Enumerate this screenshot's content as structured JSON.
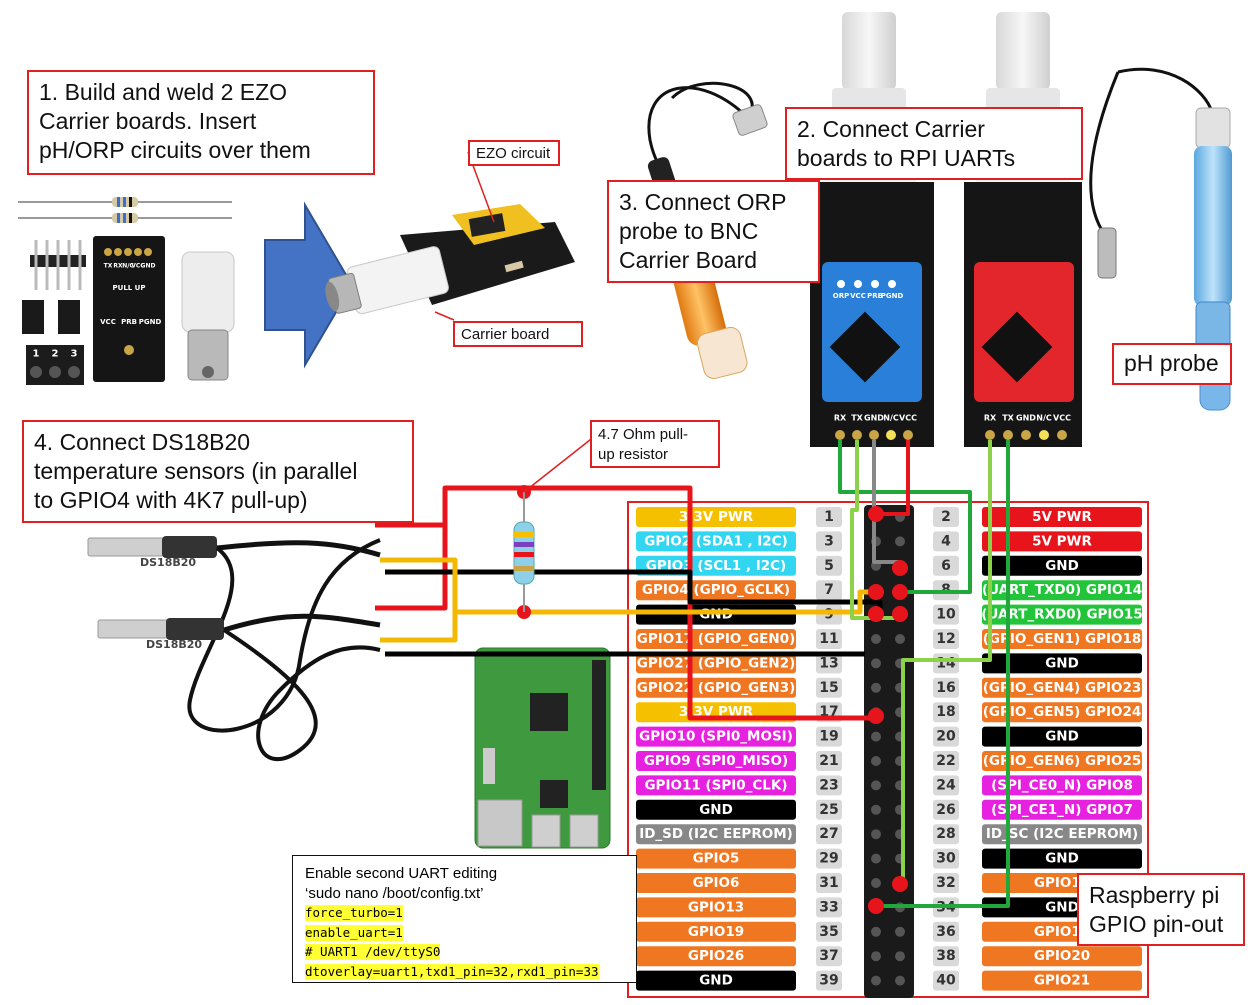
{
  "callouts": {
    "step1": [
      "1. Build and weld 2 EZO",
      "Carrier boards. Insert",
      "pH/ORP circuits over them"
    ],
    "step2": [
      "2. Connect Carrier",
      "boards to RPI UARTs"
    ],
    "step3": [
      "3. Connect ORP",
      "probe to BNC",
      "Carrier Board"
    ],
    "step4": [
      "4. Connect DS18B20",
      "temperature sensors (in parallel",
      "to GPIO4 with 4K7 pull-up)"
    ],
    "ezo_circuit": "EZO circuit",
    "carrier_board": "Carrier board",
    "ph_probe": "pH probe",
    "resistor": [
      "4.7 Ohm pull-",
      "up resistor"
    ],
    "rpi": [
      "Raspberry pi",
      "GPIO pin-out"
    ]
  },
  "sensor_labels": [
    "DS18B20",
    "DS18B20"
  ],
  "board_pins": [
    "RX",
    "TX",
    "GND",
    "N/C",
    "VCC"
  ],
  "board_top_labels": [
    "ORP",
    "VCC",
    "PRB",
    "PGND"
  ],
  "kit_labels": {
    "pullup": "PULL UP",
    "bottom": [
      "VCC",
      "PRB",
      "PGND"
    ],
    "top": [
      "TX",
      "RX",
      "N/C",
      "VCC",
      "GND"
    ],
    "terminals": [
      "1",
      "2",
      "3"
    ]
  },
  "note": {
    "lines": [
      "Enable second UART  editing",
      "‘sudo nano /boot/config.txt’"
    ],
    "code": [
      "force_turbo=1",
      "enable_uart=1",
      "# UART1 /dev/ttyS0",
      "dtoverlay=uart1,txd1_pin=32,rxd1_pin=33"
    ]
  },
  "gpio_left": [
    {
      "pin": "1",
      "label": "3.3V PWR",
      "color": "#f5c000"
    },
    {
      "pin": "3",
      "label": "GPIO2 (SDA1 , I2C)",
      "color": "#33d6f0"
    },
    {
      "pin": "5",
      "label": "GPIO3 (SCL1 , I2C)",
      "color": "#33d6f0"
    },
    {
      "pin": "7",
      "label": "GPIO4 (GPIO_GCLK)",
      "color": "#f07722"
    },
    {
      "pin": "9",
      "label": "GND",
      "color": "#000000"
    },
    {
      "pin": "11",
      "label": "GPIO17 (GPIO_GEN0)",
      "color": "#f07722"
    },
    {
      "pin": "13",
      "label": "GPIO27 (GPIO_GEN2)",
      "color": "#f07722"
    },
    {
      "pin": "15",
      "label": "GPIO22 (GPIO_GEN3)",
      "color": "#f07722"
    },
    {
      "pin": "17",
      "label": "3.3V PWR",
      "color": "#f5c000"
    },
    {
      "pin": "19",
      "label": "GPIO10 (SPI0_MOSI)",
      "color": "#e622e0"
    },
    {
      "pin": "21",
      "label": "GPIO9 (SPI0_MISO)",
      "color": "#e622e0"
    },
    {
      "pin": "23",
      "label": "GPIO11 (SPI0_CLK)",
      "color": "#e622e0"
    },
    {
      "pin": "25",
      "label": "GND",
      "color": "#000000"
    },
    {
      "pin": "27",
      "label": "ID_SD (I2C EEPROM)",
      "color": "#888888"
    },
    {
      "pin": "29",
      "label": "GPIO5",
      "color": "#f07722"
    },
    {
      "pin": "31",
      "label": "GPIO6",
      "color": "#f07722"
    },
    {
      "pin": "33",
      "label": "GPIO13",
      "color": "#f07722"
    },
    {
      "pin": "35",
      "label": "GPIO19",
      "color": "#f07722"
    },
    {
      "pin": "37",
      "label": "GPIO26",
      "color": "#f07722"
    },
    {
      "pin": "39",
      "label": "GND",
      "color": "#000000"
    }
  ],
  "gpio_right": [
    {
      "pin": "2",
      "label": "5V PWR",
      "color": "#e8141c"
    },
    {
      "pin": "4",
      "label": "5V PWR",
      "color": "#e8141c"
    },
    {
      "pin": "6",
      "label": "GND",
      "color": "#000000"
    },
    {
      "pin": "8",
      "label": "(UART_TXD0) GPIO14",
      "color": "#22c43a"
    },
    {
      "pin": "10",
      "label": "(UART_RXD0) GPIO15",
      "color": "#22c43a"
    },
    {
      "pin": "12",
      "label": "(GPIO_GEN1) GPIO18",
      "color": "#f07722"
    },
    {
      "pin": "14",
      "label": "GND",
      "color": "#000000"
    },
    {
      "pin": "16",
      "label": "(GPIO_GEN4) GPIO23",
      "color": "#f07722"
    },
    {
      "pin": "18",
      "label": "(GPIO_GEN5) GPIO24",
      "color": "#f07722"
    },
    {
      "pin": "20",
      "label": "GND",
      "color": "#000000"
    },
    {
      "pin": "22",
      "label": "(GPIO_GEN6) GPIO25",
      "color": "#f07722"
    },
    {
      "pin": "24",
      "label": "(SPI_CE0_N) GPIO8",
      "color": "#e622e0"
    },
    {
      "pin": "26",
      "label": "(SPI_CE1_N) GPIO7",
      "color": "#e622e0"
    },
    {
      "pin": "28",
      "label": "ID_SC (I2C EEPROM)",
      "color": "#888888"
    },
    {
      "pin": "30",
      "label": "GND",
      "color": "#000000"
    },
    {
      "pin": "32",
      "label": "GPIO12",
      "color": "#f07722"
    },
    {
      "pin": "34",
      "label": "GND",
      "color": "#000000"
    },
    {
      "pin": "36",
      "label": "GPIO16",
      "color": "#f07722"
    },
    {
      "pin": "38",
      "label": "GPIO20",
      "color": "#f07722"
    },
    {
      "pin": "40",
      "label": "GPIO21",
      "color": "#f07722"
    }
  ],
  "colors": {
    "callout_border": "#e02020",
    "wire_red": "#e8141c",
    "wire_black": "#000000",
    "wire_yellow": "#f5b800",
    "wire_green": "#22a83a",
    "wire_lightgreen": "#8bd14a",
    "wire_gray": "#888888",
    "arrow_blue": "#4472c4",
    "ezo_blue": "#2a7fd8",
    "ezo_red": "#e3262b"
  }
}
